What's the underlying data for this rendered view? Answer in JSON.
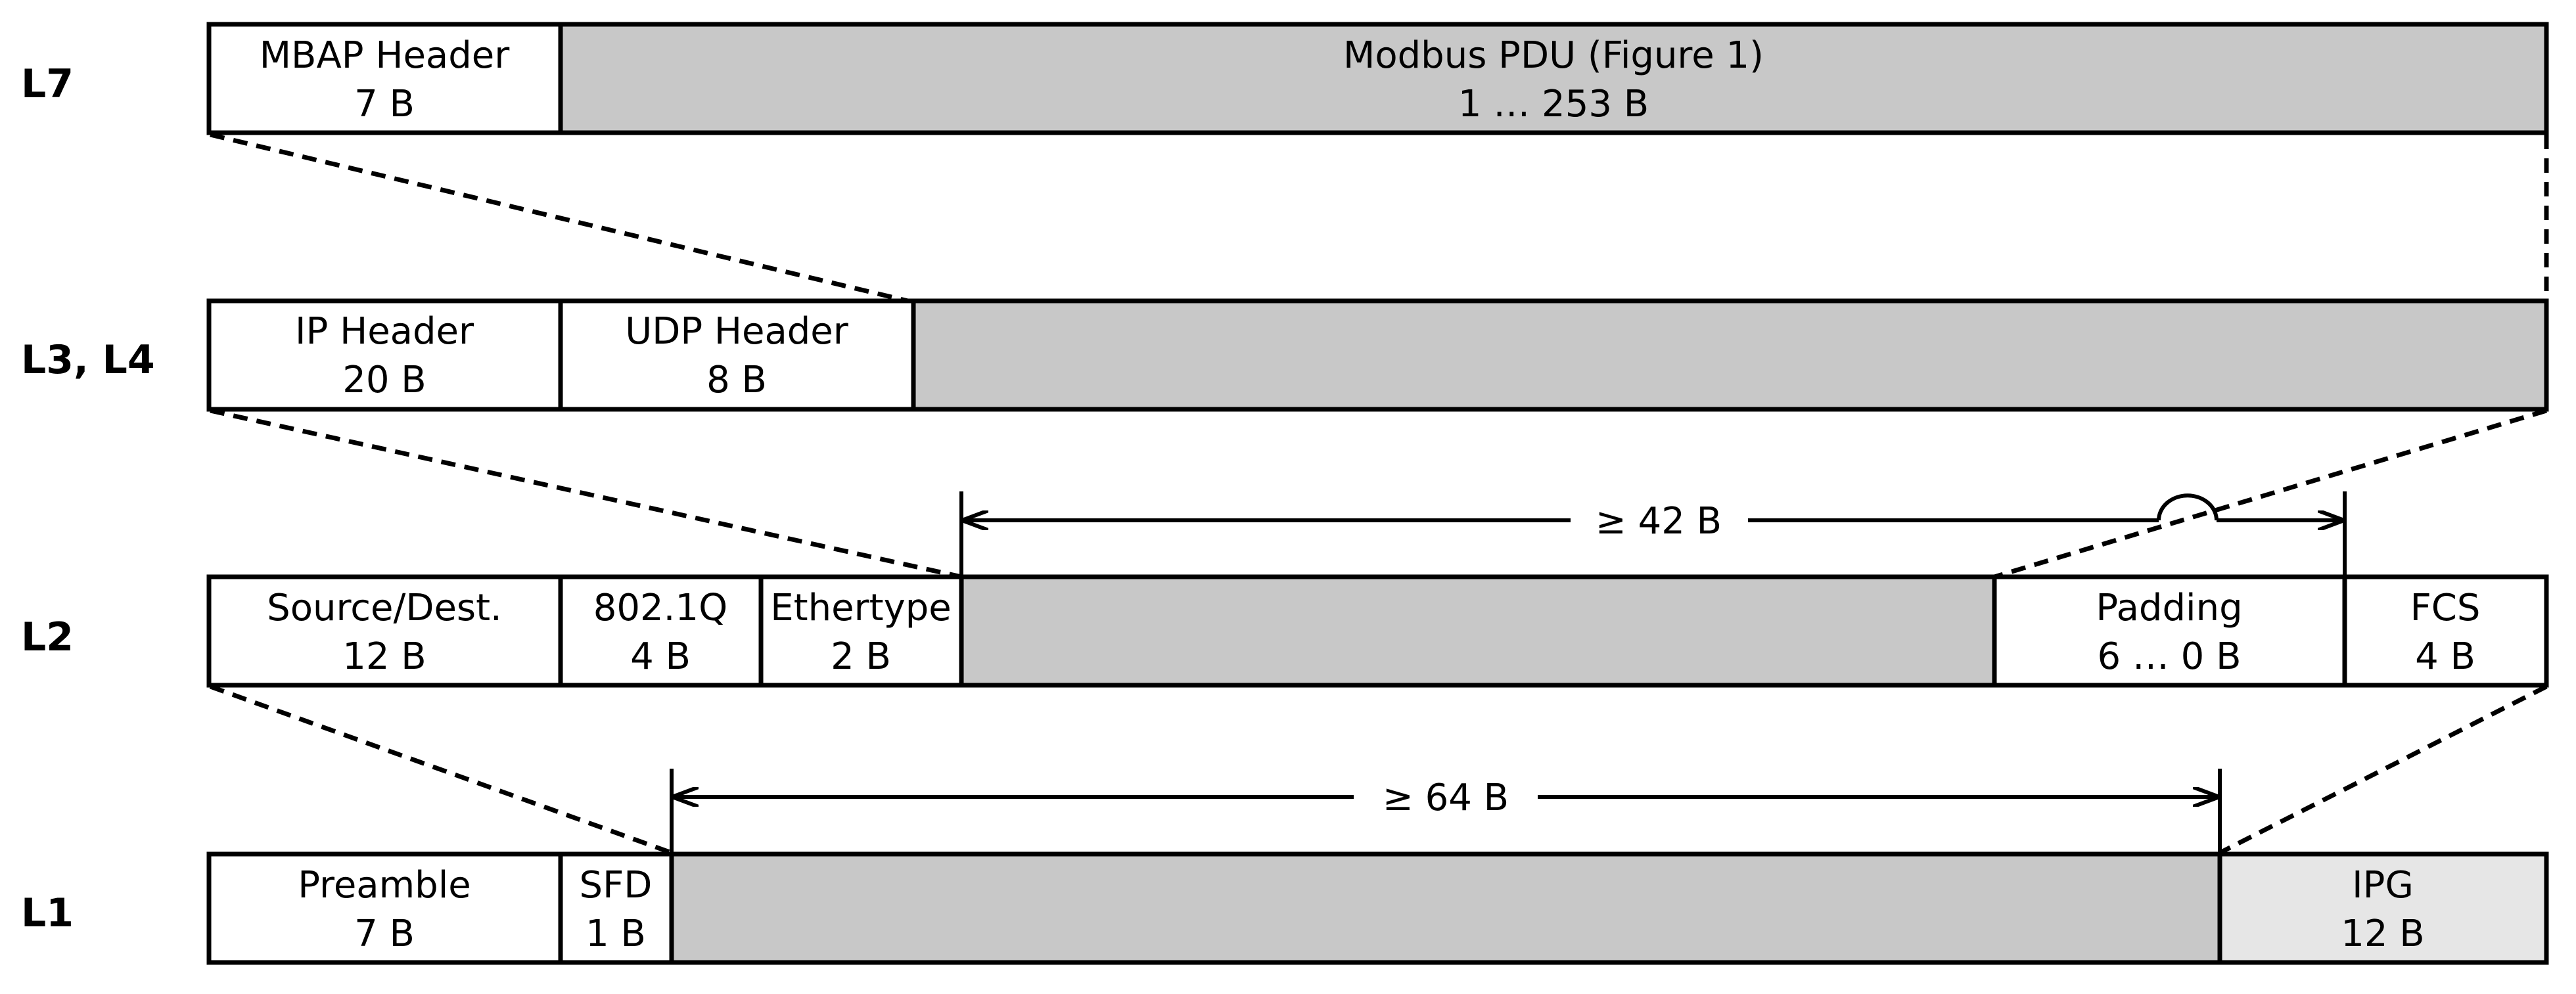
{
  "layers": {
    "l7": {
      "name": "L7",
      "mbap": {
        "label": "MBAP Header",
        "size": "7 B"
      },
      "pdu": {
        "label": "Modbus PDU (Figure 1)",
        "size": "1 … 253 B"
      }
    },
    "l34": {
      "name": "L3, L4",
      "ip": {
        "label": "IP Header",
        "size": "20 B"
      },
      "udp": {
        "label": "UDP Header",
        "size": "8 B"
      }
    },
    "l2": {
      "name": "L2",
      "src": {
        "label": "Source/Dest.",
        "size": "12 B"
      },
      "vlan": {
        "label": "802.1Q",
        "size": "4 B"
      },
      "ethertype": {
        "label": "Ethertype",
        "size": "2 B"
      },
      "padding": {
        "label": "Padding",
        "size": "6 … 0 B"
      },
      "fcs": {
        "label": "FCS",
        "size": "4 B"
      },
      "span": "≥ 42 B"
    },
    "l1": {
      "name": "L1",
      "preamble": {
        "label": "Preamble",
        "size": "7 B"
      },
      "sfd": {
        "label": "SFD",
        "size": "1 B"
      },
      "ipg": {
        "label": "IPG",
        "size": "12 B"
      },
      "span": "≥ 64 B"
    }
  },
  "colors": {
    "payload": "#c8c8c8",
    "ipg": "#e6e6e6",
    "stroke": "#000000"
  }
}
